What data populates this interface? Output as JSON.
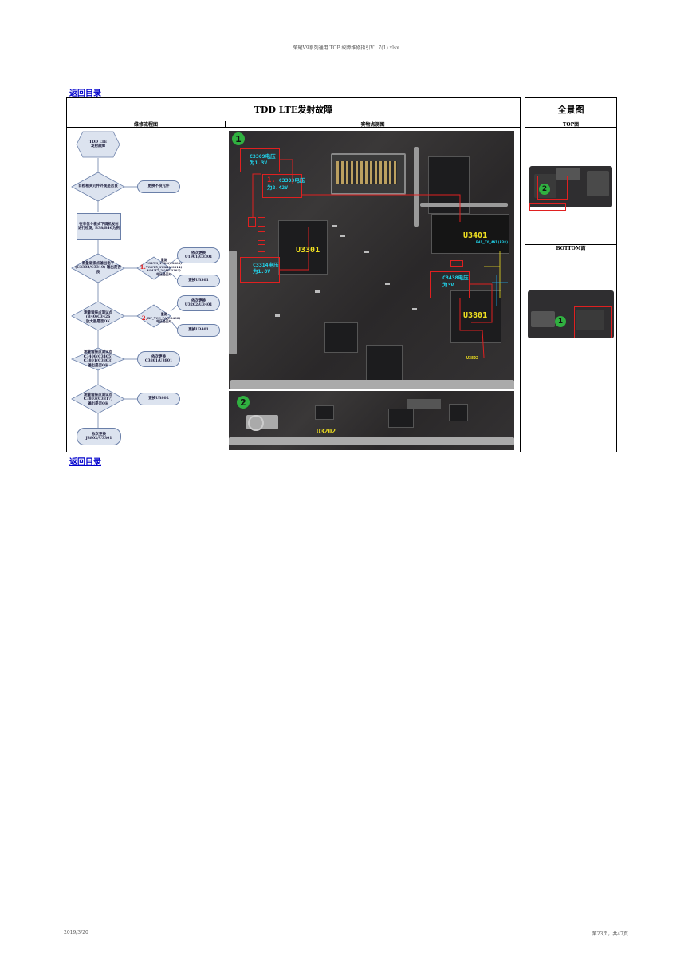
{
  "header": {
    "file_title": "荣耀V9系列通用 TOP 故障维修指引V1.7(1).xlsx"
  },
  "nav": {
    "back_link_top": "返回目录",
    "back_link_bottom": "返回目录"
  },
  "table": {
    "title": "TDD LTE发射故障",
    "panorama_title": "全景图",
    "col_flow": "维修流程图",
    "col_photo": "实物点测图",
    "top_view": "TOP面",
    "bottom_view": "BOTTOM面"
  },
  "flow": {
    "start": "TDD LTE\n发射故障",
    "q1": "目检相关元件外观是否良",
    "a1": "更换不良元件",
    "step2": "在非信令模式下调机发射\n进行检测, B38/B40为例",
    "q3": "测量谐振点输出电平(C3303/C3310)\n输出是否良",
    "note3_num": "1.",
    "note3": "量测\nVOUT3_1V20(C3303)\nVOUT5_1V8B(C3314)\nVOUT7_2V4(C3303)\n电压是否对",
    "a3a": "依次更换\nU1901/U3301",
    "a3b": "更换U3301",
    "q4": "测量谐振点测试点\n(B40)C3426\n放大器是否OK",
    "note4_num": "2.",
    "note4": "量测\nRF_VCE_PA(C3438)\n电压是否对",
    "a4a": "依次更换\nU3202/U3401",
    "a4b": "更换U3401",
    "q5": "测量谐振点测试点\nC3400(C3405)\nC3801(C3803)\n输出是否OK",
    "a5": "依次更换\nC3801/U3801",
    "q6": "测量谐振点测试点\nC3803(C3817)\n输出是否OK",
    "a6": "更换U3802",
    "end": "依次更换\nJ3802/U3301"
  },
  "photo_labels": {
    "badge1": "1",
    "badge2": "2",
    "c3309": "C3309电压\n为1.3V",
    "c3303_num": "1.",
    "c3303": "C3303电压\n为2.42V",
    "c3314": "C3314电压\n为1.8V",
    "c3438": "C3438电压\n为3V",
    "u3301": "U3301",
    "u3401": "U3401",
    "u3801": "U3801",
    "u3202": "U3202",
    "u3802": "U3802",
    "sig": "B41_TX_ANT(B38)"
  },
  "footer": {
    "date": "2019/3/20",
    "page": "第23页，共47页"
  },
  "colors": {
    "link": "#0000cc",
    "highlight_red": "#e02020",
    "label_cyan": "#20d8f0",
    "label_yellow": "#f0e020",
    "badge_green": "#30b040"
  }
}
